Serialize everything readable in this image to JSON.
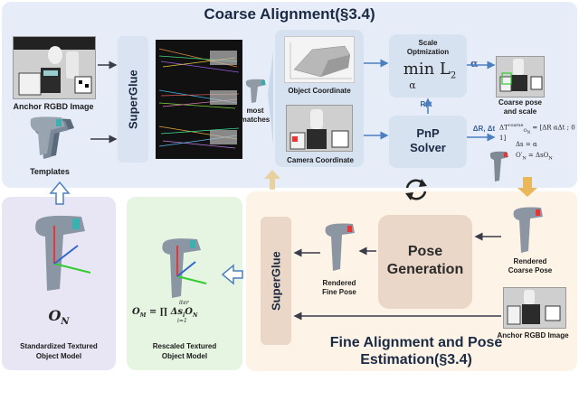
{
  "title_coarse": "Coarse Alignment(§3.4)",
  "title_fine_line1": "Fine Alignment and Pose",
  "title_fine_line2": "Estimation(§3.4)",
  "labels": {
    "anchor_rgbd": "Anchor RGBD Image",
    "templates": "Templates",
    "superglue_top": "SuperGlue",
    "superglue_bottom": "SuperGlue",
    "most_matches": "most matches",
    "object_coordinate": "Object Coordinate",
    "camera_coordinate": "Camera Coordinate",
    "scale_optimization_1": "Scale",
    "scale_optimization_2": "Optmization",
    "min_l2": "min L",
    "min_l2_sub": "2",
    "min_l2_alpha": "α",
    "pnp_1": "PnP",
    "pnp_2": "Solver",
    "rt": "R, t",
    "alpha": "α",
    "delta_rt": "ΔR, Δt",
    "coarse_pose_scale_1": "Coarse pose",
    "coarse_pose_scale_2": "and scale",
    "rendered_coarse_1": "Rendered",
    "rendered_coarse_2": "Coarse Pose",
    "pose_generation_1": "Pose",
    "pose_generation_2": "Generation",
    "rendered_fine_1": "Rendered",
    "rendered_fine_2": "Fine Pose",
    "anchor_rgbd_bottom": "Anchor RGBD Image",
    "standardized_1": "Standardized Textured",
    "standardized_2": "Object Model",
    "rescaled_1": "Rescaled Textured",
    "rescaled_2": "Object Model",
    "o_n": "O",
    "o_n_sub": "N",
    "eq_delta_t": "ΔT",
    "eq_delta_t_rest": " = [ΔR  αΔt ; 0  1]",
    "eq_delta_s": "Δs = α",
    "eq_o_prime": "O′",
    "eq_o_prime_rest": " = ΔsO",
    "eq_om": "O",
    "eq_om_rest": " = ∏ Δs",
    "eq_om_tail": "O",
    "eq_om_iter": "iter",
    "eq_om_i1": "i=1",
    "eq_om_sub_i": "i",
    "eq_om_sub_n": "N",
    "eq_om_sub_m": "M",
    "eq_coarse_sup": "coarse",
    "eq_on_sub": "O",
    "eq_on_n": "N"
  },
  "colors": {
    "coarse_panel": "#e6edf8",
    "fine_panel": "#fdf3e6",
    "std_panel": "#e8e6f4",
    "rescaled_panel": "#e6f4e2",
    "superglue_box": "#d9e3f2",
    "coord_box": "#d7e2f1",
    "pose_gen_box": "#ead7c8",
    "arrow_dark": "#3b3b4a",
    "arrow_blue": "#4a7fc1",
    "arrow_gold": "#e9b85a"
  }
}
